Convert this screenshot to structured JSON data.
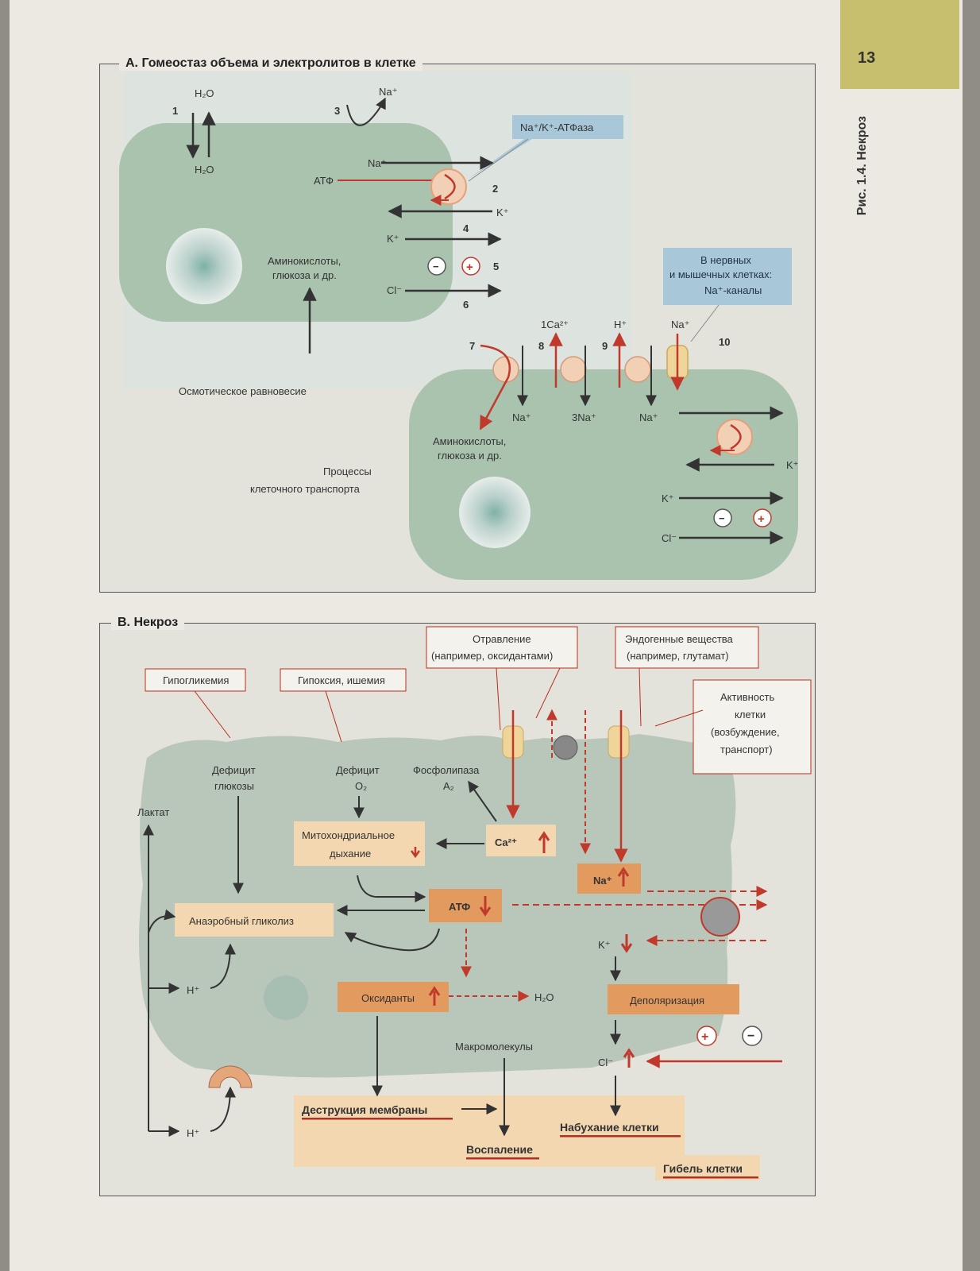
{
  "page": {
    "number": "13",
    "figure_caption": "Рис. 1.4. Некроз"
  },
  "colors": {
    "accent_red": "#c0392b",
    "cell_green": "#a9c3ae",
    "callout_blue": "#a8c8da",
    "box_orange": "#e39a5f",
    "box_peach": "#f2d7b0",
    "text_dark": "#333333"
  },
  "section_a": {
    "title": "А. Гомеостаз объема и электролитов в клетке",
    "water_top": "H₂O",
    "water_bottom": "H₂O",
    "sodium_top": "Na⁺",
    "pump_callout": "Na⁺/K⁺-АТФаза",
    "atp": "АТФ",
    "na": "Na⁺",
    "k": "K⁺",
    "cl": "Cl⁻",
    "ca": "1Ca²⁺",
    "h": "H⁺",
    "na3": "3Na⁺",
    "minus": "−",
    "plus": "+",
    "amino_acids_1": "Аминокислоты,",
    "amino_acids_2": "глюкоза и др.",
    "osmotic": "Осмотическое равновесие",
    "transport_1": "Процессы",
    "transport_2": "клеточного транспорта",
    "channel_callout_1": "В нервных",
    "channel_callout_2": "и мышечных клетках:",
    "channel_callout_3": "Na⁺-каналы",
    "numbers": [
      "1",
      "2",
      "3",
      "4",
      "5",
      "6",
      "7",
      "8",
      "9",
      "10"
    ]
  },
  "section_b": {
    "title": "В. Некроз",
    "hypoglycemia": "Гипогликемия",
    "hypoxia": "Гипоксия, ишемия",
    "poisoning_1": "Отравление",
    "poisoning_2": "(например, оксидантами)",
    "endogenous_1": "Эндогенные вещества",
    "endogenous_2": "(например, глутамат)",
    "activity_1": "Активность",
    "activity_2": "клетки",
    "activity_3": "(возбуждение,",
    "activity_4": "транспорт)",
    "glucose_deficit_1": "Дефицит",
    "glucose_deficit_2": "глюкозы",
    "o2_deficit_1": "Дефицит",
    "o2_deficit_2": "O₂",
    "phospholipase_1": "Фосфолипаза",
    "phospholipase_2": "A₂",
    "lactate": "Лактат",
    "mito_1": "Митохондриальное",
    "mito_2": "дыхание",
    "ca_up": "Ca²⁺",
    "na_up": "Na⁺",
    "atp_down": "АТФ",
    "glycolysis": "Анаэробный гликолиз",
    "h_plus": "H⁺",
    "k_down": "K⁺",
    "oxidants": "Оксиданты",
    "h2o": "H₂O",
    "depolarization": "Деполяризация",
    "macromolecules": "Макромолекулы",
    "cl_up": "Cl⁻",
    "membrane_destruction": "Деструкция мембраны",
    "inflammation": "Воспаление",
    "swelling": "Набухание клетки",
    "cell_death": "Гибель клетки",
    "plus": "+",
    "minus": "−"
  }
}
